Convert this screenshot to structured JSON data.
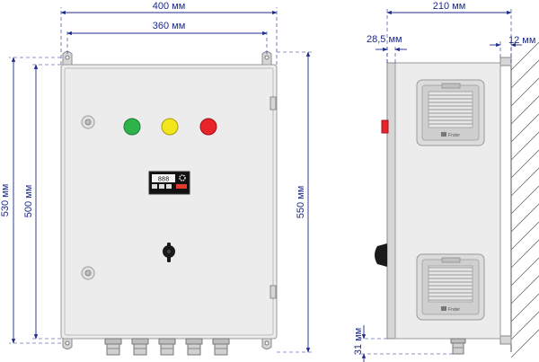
{
  "dimensions": {
    "front_width_outer": "400 мм",
    "front_width_mount": "360 мм",
    "front_height_530": "530 мм",
    "front_height_500": "500 мм",
    "front_height_550": "550 мм",
    "side_depth": "210 мм",
    "side_door_offset": "28,5 мм",
    "side_wall_gap": "12 мм",
    "side_gland_height": "31 мм"
  },
  "panel": {
    "display_readout": "888",
    "vent_brand": "Fnder"
  },
  "colors": {
    "dimension": "#1c2a8a",
    "lamp_green": "#2db34a",
    "lamp_yellow": "#f2e51c",
    "lamp_red": "#e8232a"
  }
}
